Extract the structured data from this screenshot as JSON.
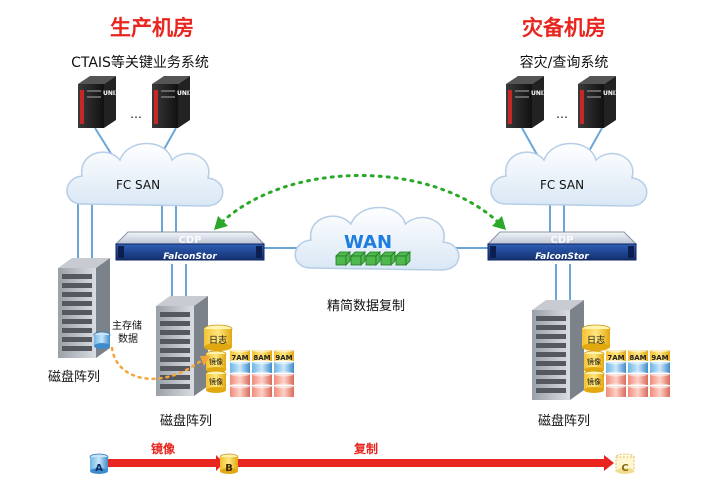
{
  "left_site": {
    "title": "生产机房",
    "subtitle": "CTAIS等关键业务系统",
    "server_label": "UNIX",
    "dots": "…",
    "san_label": "FC SAN",
    "appliance_label": "CDP",
    "brand_label": "FalconStor",
    "side_storage_label": "磁盘阵列",
    "primary_store_line1": "主存储",
    "primary_store_line2": "数据",
    "storage_label": "磁盘阵列",
    "log_label": "日志",
    "mirror_label": "镜像",
    "snapshots": [
      "7AM",
      "8AM",
      "9AM"
    ]
  },
  "right_site": {
    "title": "灾备机房",
    "subtitle": "容灾/查询系统",
    "server_label": "UNIX",
    "dots": "…",
    "san_label": "FC SAN",
    "appliance_label": "CDP",
    "brand_label": "FalconStor",
    "storage_label": "磁盘阵列",
    "log_label": "日志",
    "mirror_label": "镜像",
    "snapshots": [
      "7AM",
      "8AM",
      "9AM"
    ]
  },
  "wan": {
    "label": "WAN",
    "caption": "精简数据复制"
  },
  "flow": {
    "node_a": "A",
    "node_b": "B",
    "node_c": "C",
    "arrow_ab_label": "镜像",
    "arrow_bc_label": "复制"
  },
  "colors": {
    "title_red": "#e8251e",
    "wan_blue": "#1f7de0",
    "link_green": "#2aa82a",
    "flow_red": "#e8251e",
    "dotted_orange": "#f3a53a",
    "appliance_blue": "#1e3f8f",
    "cloud": "#eaf3fb"
  }
}
